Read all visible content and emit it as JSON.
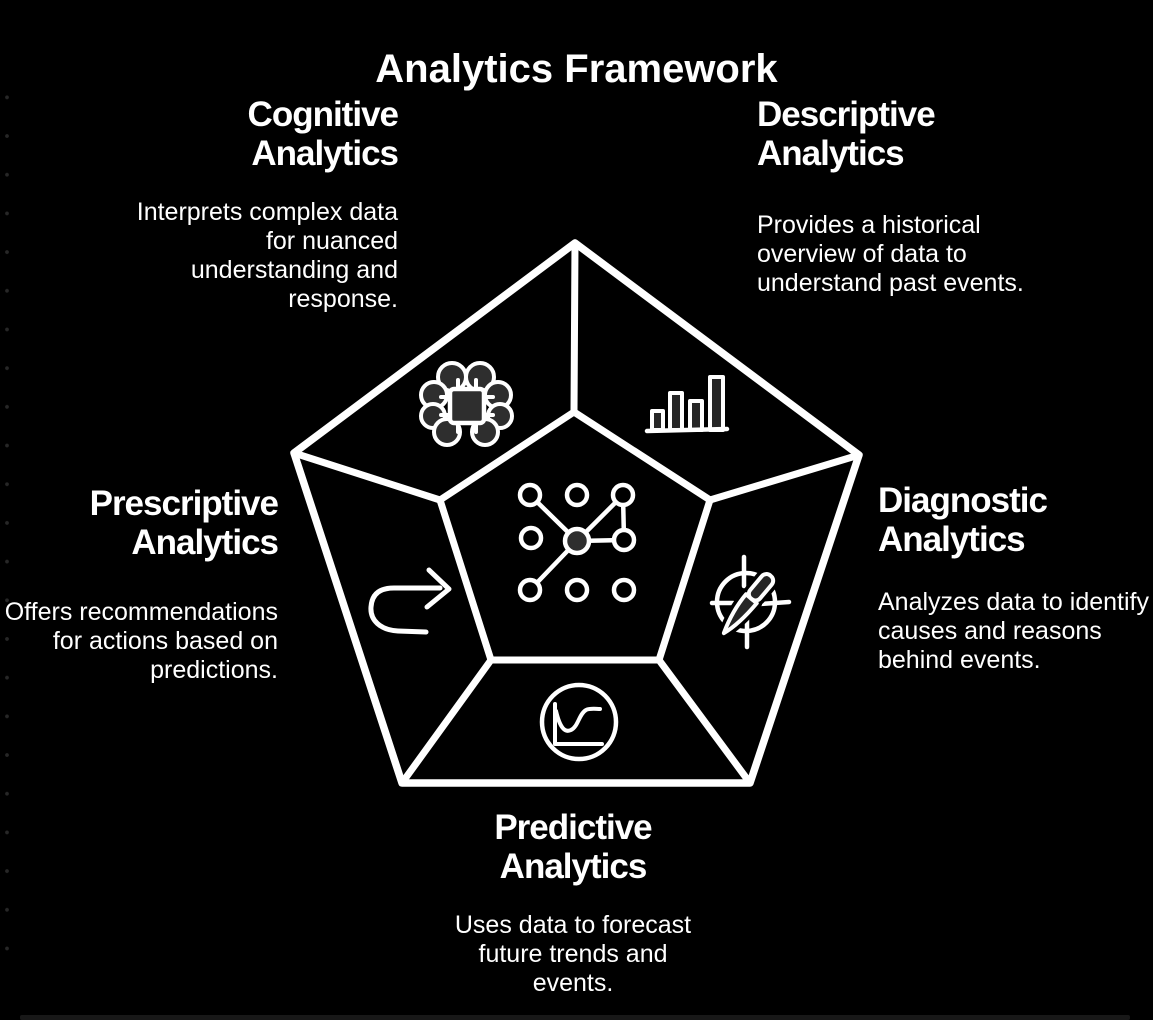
{
  "title": "Analytics Framework",
  "colors": {
    "background": "#000000",
    "text": "#ffffff",
    "line": "#ffffff",
    "icon_fill": "#2e2e2e"
  },
  "center": {
    "icon": "network-nodes-icon"
  },
  "sections": [
    {
      "id": "cognitive",
      "position": "top-left",
      "icon": "brain-chip-icon",
      "title": "Cognitive\nAnalytics",
      "description": "Interprets complex data\nfor nuanced\nunderstanding and\nresponse."
    },
    {
      "id": "descriptive",
      "position": "top-right",
      "icon": "bar-chart-icon",
      "title": "Descriptive\nAnalytics",
      "description": "Provides a historical\noverview of data to\nunderstand past events."
    },
    {
      "id": "diagnostic",
      "position": "right",
      "icon": "crosshair-scalpel-icon",
      "title": "Diagnostic\nAnalytics",
      "description": "Analyzes data to identify\ncauses and reasons\nbehind events."
    },
    {
      "id": "predictive",
      "position": "bottom",
      "icon": "trend-line-circle-icon",
      "title": "Predictive\nAnalytics",
      "description": "Uses data to forecast\nfuture trends and\nevents."
    },
    {
      "id": "prescriptive",
      "position": "left",
      "icon": "u-turn-arrow-icon",
      "title": "Prescriptive\nAnalytics",
      "description": "Offers recommendations\nfor actions based on\npredictions."
    }
  ]
}
